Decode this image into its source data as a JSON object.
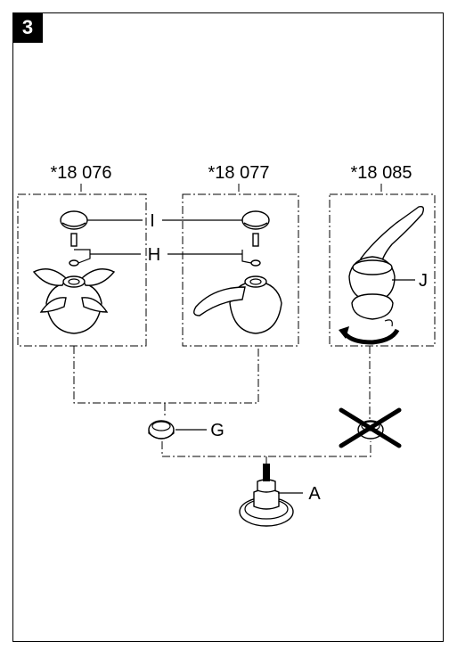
{
  "step": {
    "number": "3"
  },
  "variants": [
    {
      "code": "*18 076"
    },
    {
      "code": "*18 077"
    },
    {
      "code": "*18 085"
    }
  ],
  "labels": {
    "I": "I",
    "H": "H",
    "J": "J",
    "G": "G",
    "A": "A"
  }
}
